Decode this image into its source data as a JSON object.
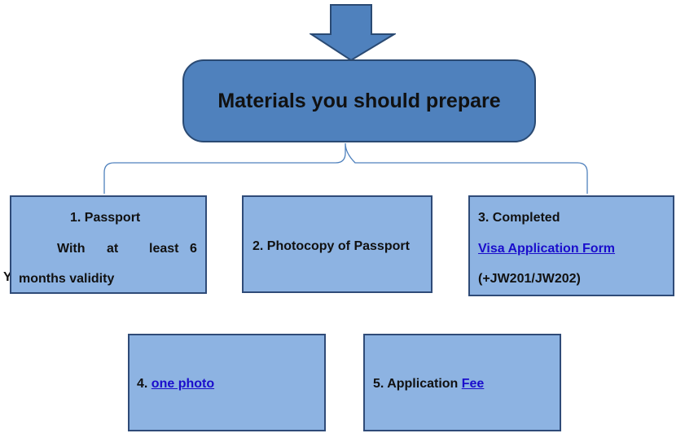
{
  "title": "Materials you should prepare",
  "items": {
    "passport": {
      "heading": "1.  Passport",
      "validity_words": [
        "With",
        "at",
        "least",
        "6"
      ],
      "validity_line2": "months validity"
    },
    "photocopy": {
      "label": "2. Photocopy of Passport"
    },
    "form": {
      "heading": "3. Completed",
      "link": "Visa Application Form",
      "codes": "(+JW201/JW202)"
    },
    "photo": {
      "prefix": "4. ",
      "link": "one photo"
    },
    "fee": {
      "prefix": "5. Application ",
      "link": "Fee"
    }
  },
  "stray_char": "Y",
  "colors": {
    "title_fill": "#4f81bd",
    "box_fill": "#8db3e2",
    "border": "#2f4b78",
    "link": "#1a0dcc"
  }
}
